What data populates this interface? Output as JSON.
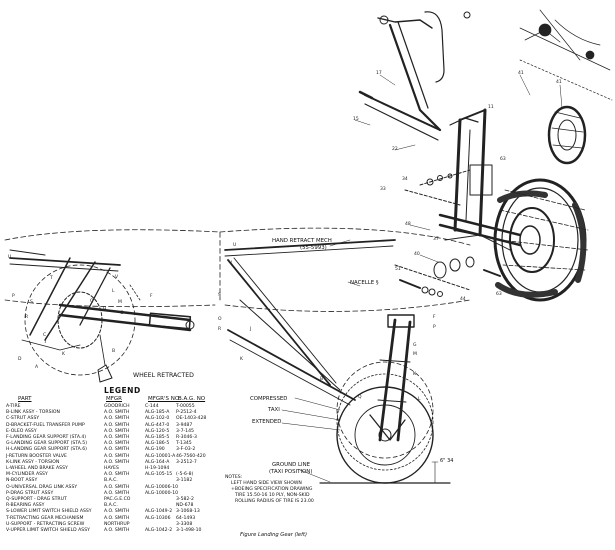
{
  "labels": {
    "wheel_retracted": "WHEEL RETRACTED",
    "hand_retract_mech": "HAND RETRACT MECH",
    "hand_retract_ref": "(55-5993)",
    "nacelle": "NACELLE §",
    "compressed": "COMPRESSED",
    "taxi": "TAXI",
    "extended": "EXTENDED",
    "ground_line": "GROUND LINE",
    "taxi_position": "(TAXI POSITION)",
    "dimension": "6\" 34"
  },
  "legend": {
    "title": "LEGEND",
    "headers": {
      "part": "PART",
      "mfgr": "MFGR",
      "mfgr_no": "MFGR'S NO",
      "bag_no": "B.A.G. NO"
    },
    "rows": [
      {
        "part": "A-TIRE",
        "mfgr": "GOODRICH",
        "mfgr_no": "C-144",
        "bag_no": "T-00055"
      },
      {
        "part": "B-LINK ASSY - TORSION",
        "mfgr": "A.O. SMITH",
        "mfgr_no": "ALG-185-A",
        "bag_no": "P-2512-4"
      },
      {
        "part": "C-STRUT ASSY",
        "mfgr": "A.O. SMITH",
        "mfgr_no": "ALG-102-0",
        "bag_no": "OE-1403-428"
      },
      {
        "part": "D-BRACKET-FUEL TRANSFER PUMP",
        "mfgr": "A.O. SMITH",
        "mfgr_no": "ALG-447-0",
        "bag_no": "3-9487"
      },
      {
        "part": "E-OLEO ASSY",
        "mfgr": "A.O. SMITH",
        "mfgr_no": "ALG-120-5",
        "bag_no": "3-7-145"
      },
      {
        "part": "F-LANDING GEAR SUPPORT (STA.4)",
        "mfgr": "A.O. SMITH",
        "mfgr_no": "ALG-185-5",
        "bag_no": "R-3046-3"
      },
      {
        "part": "G-LANDING GEAR SUPPORT (STA.5)",
        "mfgr": "A.O. SMITH",
        "mfgr_no": "ALG-186-5",
        "bag_no": "T-1345"
      },
      {
        "part": "H-LANDING GEAR SUPPORT (STA.6)",
        "mfgr": "A.O. SMITH",
        "mfgr_no": "ALG-190",
        "bag_no": "3-F-03-2"
      },
      {
        "part": "J-RETURN BOOSTER VALVE",
        "mfgr": "A.O. SMITH",
        "mfgr_no": "ALG-10001-A",
        "bag_no": "46-7560-420"
      },
      {
        "part": "K-LINK ASSY - TORSION",
        "mfgr": "A.O. SMITH",
        "mfgr_no": "ALG-164-A",
        "bag_no": "3-2512-7"
      },
      {
        "part": "L-WHEEL AND BRAKE ASSY",
        "mfgr": "HAYES",
        "mfgr_no": "H-19-1094",
        "bag_no": ""
      },
      {
        "part": "M-CYLINDER ASSY",
        "mfgr": "A.O. SMITH",
        "mfgr_no": "ALG-105-15",
        "bag_no": "(-5-6-8)"
      },
      {
        "part": "N-BOOT ASSY",
        "mfgr": "B.A.C.",
        "mfgr_no": "",
        "bag_no": "3-1182"
      },
      {
        "part": "O-UNIVERSAL DRAG LINK ASSY",
        "mfgr": "A.O. SMITH",
        "mfgr_no": "ALG-10006-10",
        "bag_no": ""
      },
      {
        "part": "P-DRAG STRUT ASSY",
        "mfgr": "A.O. SMITH",
        "mfgr_no": "ALG-10000-10",
        "bag_no": ""
      },
      {
        "part": "Q-SUPPORT - DRAG STRUT",
        "mfgr": "PAC.G.E.CO",
        "mfgr_no": "",
        "bag_no": "3-582-2"
      },
      {
        "part": "R-BEARING ASSY",
        "mfgr": "B.A.C.",
        "mfgr_no": "",
        "bag_no": "ND-678"
      },
      {
        "part": "S-LOWER LIMIT SWITCH SHIELD ASSY",
        "mfgr": "A.O. SMITH",
        "mfgr_no": "ALG-1049-2",
        "bag_no": "3-1068-13"
      },
      {
        "part": "T-RETRACTING GEAR MECHANISM",
        "mfgr": "A.O. SMITH",
        "mfgr_no": "ALG-10306",
        "bag_no": "64-1493"
      },
      {
        "part": "U-SUPPORT - RETRACTING SCREW",
        "mfgr": "NORTHRUP",
        "mfgr_no": "",
        "bag_no": "3-3308"
      },
      {
        "part": "V-UPPER LIMIT SWITCH SHIELD ASSY",
        "mfgr": "A.O. SMITH",
        "mfgr_no": "ALG-1042-2",
        "bag_no": "3-1-498-10"
      }
    ]
  },
  "notes": {
    "title": "NOTES:",
    "lines": [
      "LEFT HAND SIDE VIEW SHOWN",
      "+BOEING SPECIFICATION DRAWING",
      "TIRE 15.50-16 10 PLY, NON-SKID",
      "ROLLING RADIUS OF TIRE IS 23.00"
    ]
  },
  "caption": "Figure      Landing Gear (left)"
}
